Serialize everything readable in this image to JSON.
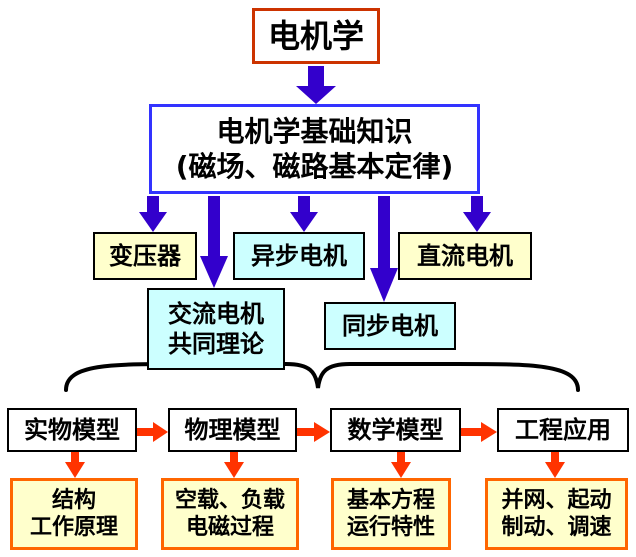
{
  "title": "电机学",
  "knowledge": {
    "line1": "电机学基础知识",
    "line2": "(磁场、磁路基本定律)"
  },
  "machines": {
    "transformer": "变压器",
    "async": "异步电机",
    "dc": "直流电机",
    "ac_theory_line1": "交流电机",
    "ac_theory_line2": "共同理论",
    "sync": "同步电机"
  },
  "models": [
    {
      "label": "实物模型",
      "detail_line1": "结构",
      "detail_line2": "工作原理"
    },
    {
      "label": "物理模型",
      "detail_line1": "空载、负载",
      "detail_line2": "电磁过程"
    },
    {
      "label": "数学模型",
      "detail_line1": "基本方程",
      "detail_line2": "运行特性"
    },
    {
      "label": "工程应用",
      "detail_line1": "并网、起动",
      "detail_line2": "制动、调速"
    }
  ],
  "colors": {
    "title_border": "#cc3300",
    "knowledge_border": "#3333ff",
    "blue_arrow": "#3300cc",
    "red_arrow": "#ff3300",
    "yellow_fill": "#ffffcc",
    "cyan_fill": "#ccffff",
    "orange_border": "#ff6600"
  }
}
